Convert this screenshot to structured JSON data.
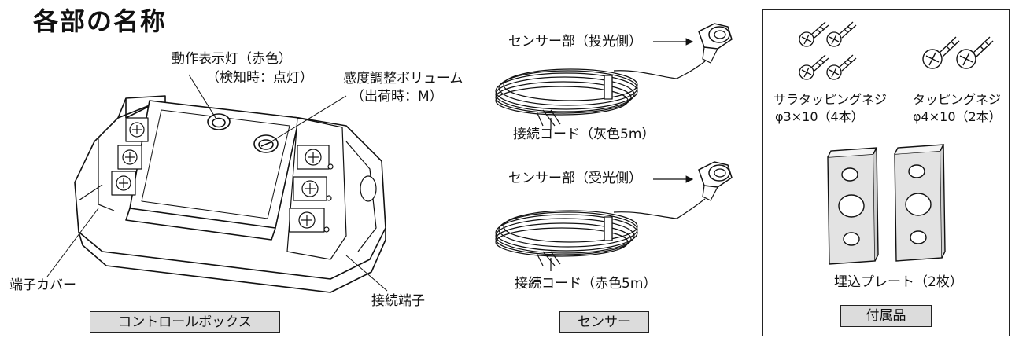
{
  "title": "各部の名称",
  "control_box": {
    "label_led_1": "動作表示灯（赤色）",
    "label_led_2": "（検知時：点灯）",
    "label_volume_1": "感度調整ボリューム",
    "label_volume_2": "（出荷時：M）",
    "label_cover": "端子カバー",
    "label_terminal": "接続端子",
    "caption": "コントロールボックス"
  },
  "sensor": {
    "tx_label": "センサー部（投光側）",
    "tx_cord": "接続コード（灰色5m）",
    "rx_label": "センサー部（受光側）",
    "rx_cord": "接続コード（赤色5m）",
    "caption": "センサー"
  },
  "accessories": {
    "screw_small_1": "サラタッピングネジ",
    "screw_small_2": "φ3×10（4本）",
    "screw_large_1": "タッピングネジ",
    "screw_large_2": "φ4×10（2本）",
    "plate": "埋込プレート（2枚）",
    "caption": "付属品"
  }
}
